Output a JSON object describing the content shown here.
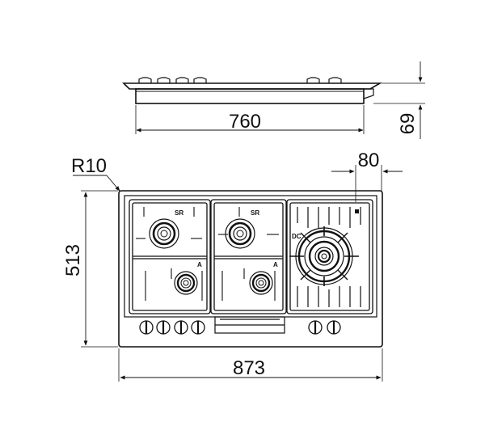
{
  "dimensions": {
    "side_width": "760",
    "side_height": "69",
    "corner_radius": "R10",
    "grate_offset": "80",
    "top_depth": "513",
    "top_width": "873"
  },
  "burner_labels": {
    "left_rear": "SR",
    "center_rear": "SR",
    "left_front": "A",
    "center_front": "A",
    "wok": "DC"
  }
}
